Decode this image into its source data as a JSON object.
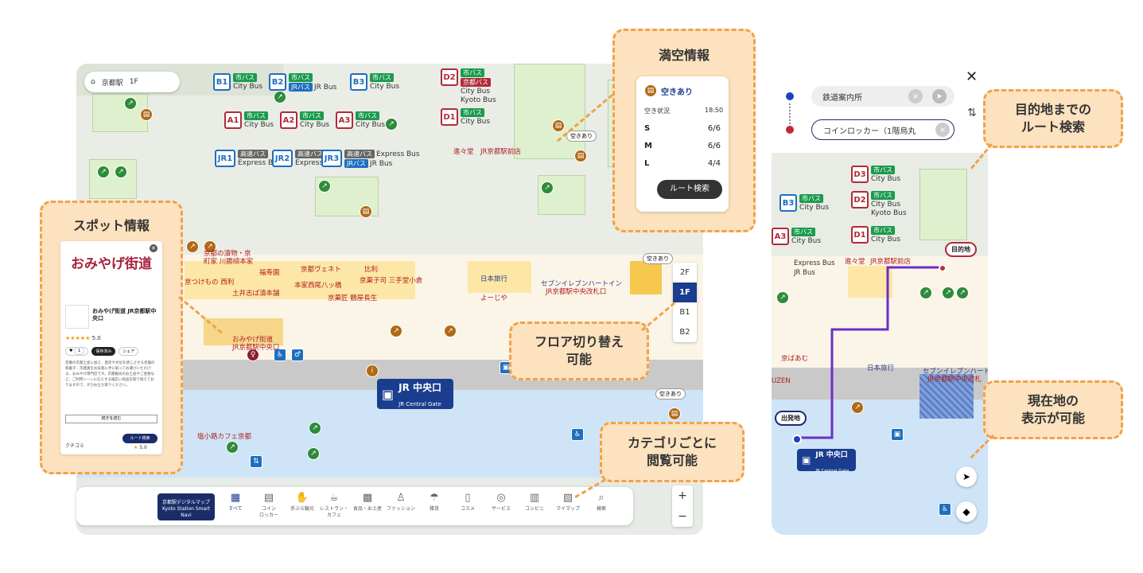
{
  "main_map": {
    "station_name": "京都駅",
    "floor": "1F",
    "bus_stops": [
      {
        "code": "B1",
        "lines": [
          "市バス",
          "City Bus"
        ]
      },
      {
        "code": "B2",
        "lines": [
          "市バス",
          "JRバス",
          "JR Bus"
        ]
      },
      {
        "code": "B3",
        "lines": [
          "市バス",
          "City Bus"
        ]
      },
      {
        "code": "A1",
        "lines": [
          "市バス",
          "City Bus"
        ]
      },
      {
        "code": "A2",
        "lines": [
          "市バス",
          "City Bus"
        ]
      },
      {
        "code": "A3",
        "lines": [
          "市バス",
          "City Bus"
        ]
      },
      {
        "code": "JR1",
        "lines": [
          "高速バス",
          "Express Bus"
        ]
      },
      {
        "code": "JR2",
        "lines": [
          "高速バス",
          "Express Bus"
        ]
      },
      {
        "code": "JR3",
        "lines": [
          "高速バス",
          "JRバス",
          "Express Bus",
          "JR Bus"
        ]
      },
      {
        "code": "D2",
        "lines": [
          "市バス",
          "京都バス",
          "City Bus",
          "Kyoto Bus"
        ]
      },
      {
        "code": "D1",
        "lines": [
          "市バス",
          "City Bus"
        ]
      }
    ],
    "shops": [
      "京都の漬物・京",
      "町家 川勝總本家",
      "福寿園",
      "京都ヴェネト",
      "比利",
      "京つけもの 西利",
      "本家西尾八ッ橋",
      "京菓子司 三手堂小倉",
      "土井志ば漬本舗",
      "京菓匠 鶴屋長生",
      "日本旅行",
      "よーじや",
      "セブンイレブンハートイン",
      "JR京都駅中央改札口",
      "おみやげ街道",
      "JR京都駅中央口",
      "塩小路カフェ京都",
      "進々堂",
      "JR京都駅前店"
    ],
    "vacancy_mini": [
      "空きあり",
      "空きあり",
      "空きあり"
    ],
    "floors": [
      "2F",
      "1F",
      "B1",
      "B2"
    ],
    "gate": {
      "title": "JR 中央口",
      "subtitle": "JR Central Gate"
    },
    "categories": [
      "すべて",
      "コイン\nロッカー",
      "手ぶら観光",
      "レストラン・\nカフェ",
      "食品・お土産",
      "ファッション",
      "雑貨",
      "コスメ",
      "サービス",
      "コンビニ",
      "マイマップ",
      "検索"
    ],
    "brand": "京都駅デジタルマップ\nKyoto Station Smart Navi",
    "zoom": [
      "+",
      "−"
    ]
  },
  "spot_card": {
    "logo": "おみやげ街道",
    "name": "おみやげ街道 JR京都駅中央口",
    "rating": "5.0",
    "buttons": [
      "1",
      "保存済み",
      "シェア"
    ],
    "description": "定番の京都土産に加え、歴史や文化を感じさせる老舗の和菓子・京雑貨をお気軽に手に取ってお選びいただける、おみやげ専門店です。京都観光のお土産やご進物など、ご利用シーンに応えする幅広い商品を取り揃えておりますので、ぜひお立ち寄りください。",
    "more": "続きを読む",
    "route_btn": "ルート検索",
    "reviews": "クチコミ",
    "score": "5.0"
  },
  "vacancy_card": {
    "status": "空きあり",
    "label": "空き状況",
    "time": "18:50",
    "rows": [
      {
        "size": "S",
        "value": "6/6"
      },
      {
        "size": "M",
        "value": "6/6"
      },
      {
        "size": "L",
        "value": "4/4"
      }
    ],
    "button": "ルート検索"
  },
  "callouts": {
    "vacancy": "満空情報",
    "spot": "スポット情報",
    "floor": "フロア切り替え\n可能",
    "category": "カテゴリごとに\n閲覧可能",
    "route": "目的地までの\nルート検索",
    "location": "現在地の\n表示が可能"
  },
  "mobile": {
    "from": "鉄道案内所",
    "to": "コインロッカー（1階烏丸",
    "dest_label": "目的地",
    "origin_label": "出発地",
    "bus_stops": [
      "D3",
      "D2",
      "D1",
      "B3",
      "A3"
    ],
    "shops": [
      "進々堂",
      "JR京都駅前店",
      "京ばあむ",
      "日本旅行",
      "セブンイレブンハート",
      "JR京都駅中央改札",
      "UZEN",
      "Express Bus",
      "JR Bus"
    ],
    "gate": {
      "title": "JR 中央口",
      "subtitle": "JR Central Gate"
    }
  },
  "colors": {
    "accent_navy": "#1a3d8f",
    "callout_fill": "#fde2bf",
    "callout_border": "#f0a24a",
    "route_line": "#6a2fc8",
    "shop_text": "#b0201f"
  }
}
